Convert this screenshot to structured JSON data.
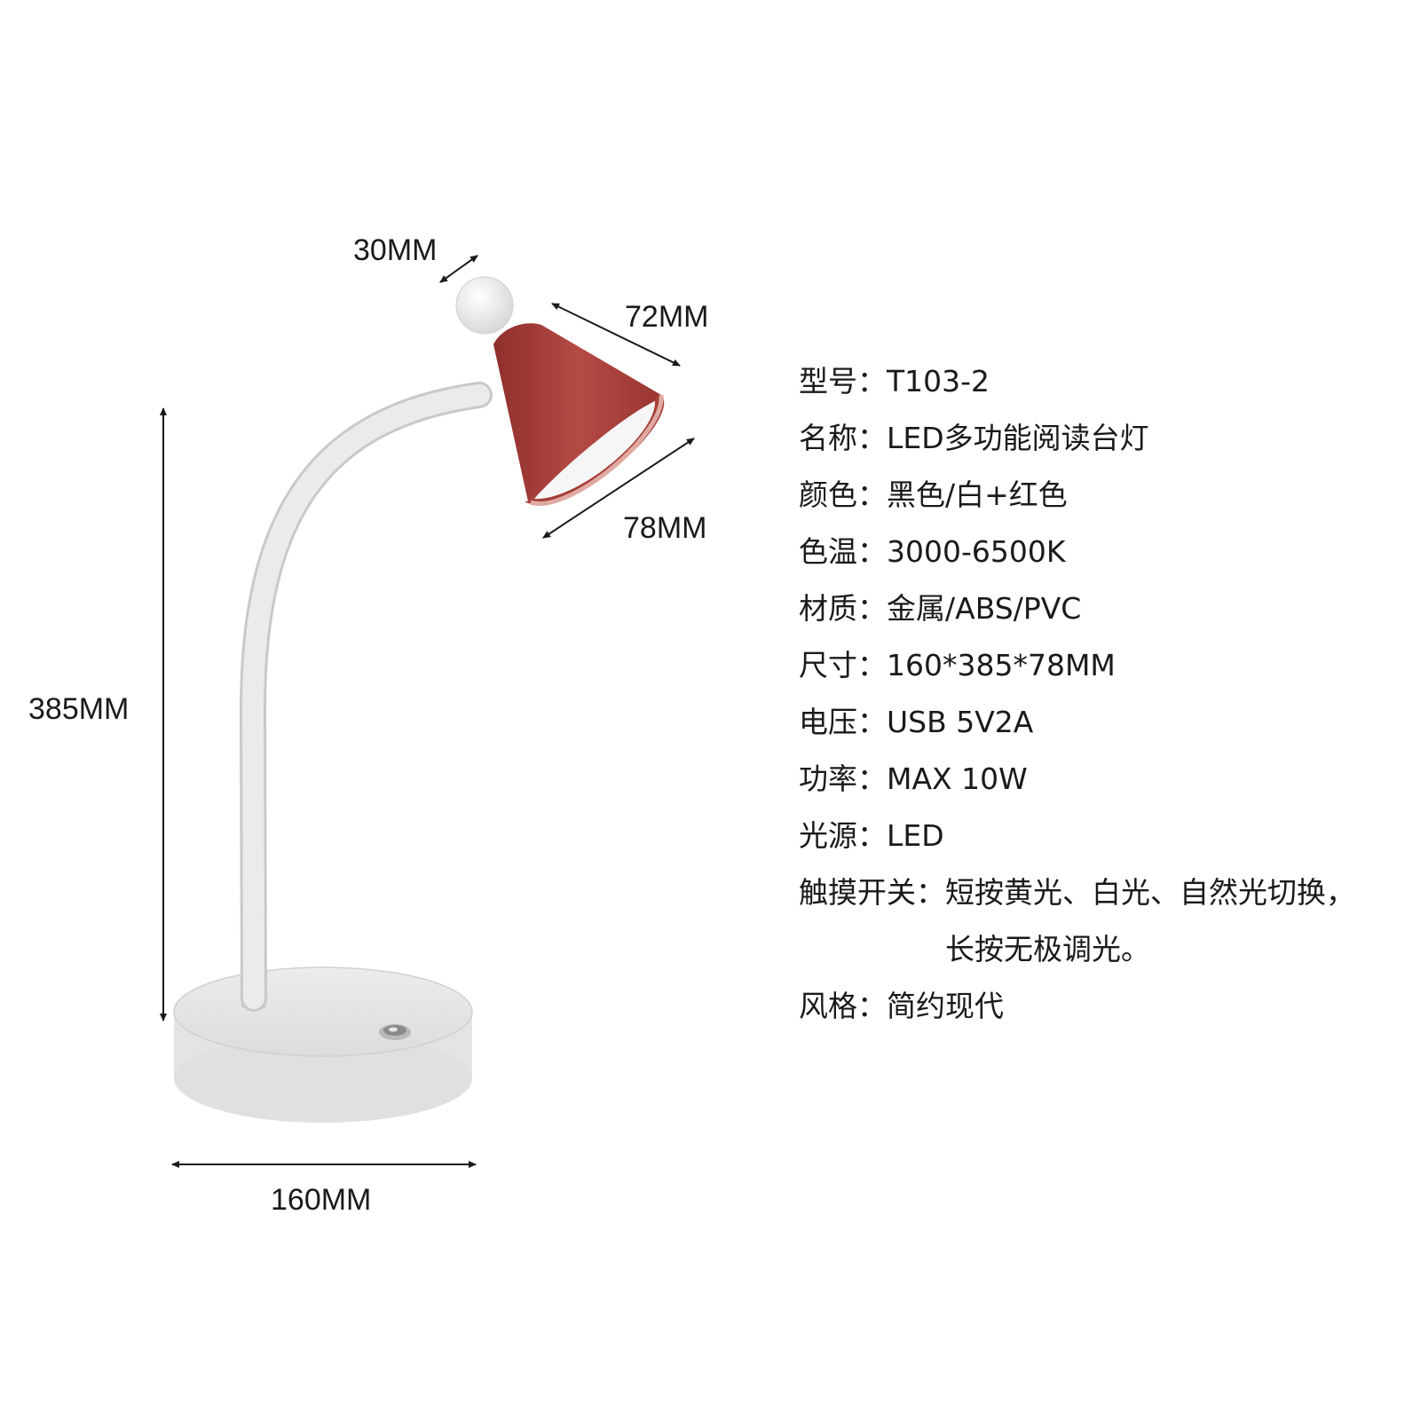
{
  "dimensions": {
    "ball_diameter": "30MM",
    "shade_length": "72MM",
    "shade_opening": "78MM",
    "height": "385MM",
    "base_diameter": "160MM"
  },
  "specs": [
    {
      "key": "型号：",
      "value": "T103-2"
    },
    {
      "key": "名称：",
      "value": "LED多功能阅读台灯"
    },
    {
      "key": "颜色：",
      "value": "黑色/白+红色"
    },
    {
      "key": "色温：",
      "value": "3000-6500K"
    },
    {
      "key": "材质：",
      "value": "金属/ABS/PVC"
    },
    {
      "key": "尺寸：",
      "value": "160*385*78MM"
    },
    {
      "key": "电压：",
      "value": "USB 5V2A"
    },
    {
      "key": "功率：",
      "value": "MAX 10W"
    },
    {
      "key": "光源：",
      "value": "LED"
    },
    {
      "key": "触摸开关：",
      "value": "短按黄光、白光、自然光切换，",
      "value_line2": "长按无极调光。"
    },
    {
      "key": "风格：",
      "value": "简约现代"
    }
  ],
  "colors": {
    "lamp_body": "#e9e9e9",
    "shade": "#a8403b",
    "shade_rim": "#d8a29a",
    "dimension_lines": "#1a1a1a"
  }
}
